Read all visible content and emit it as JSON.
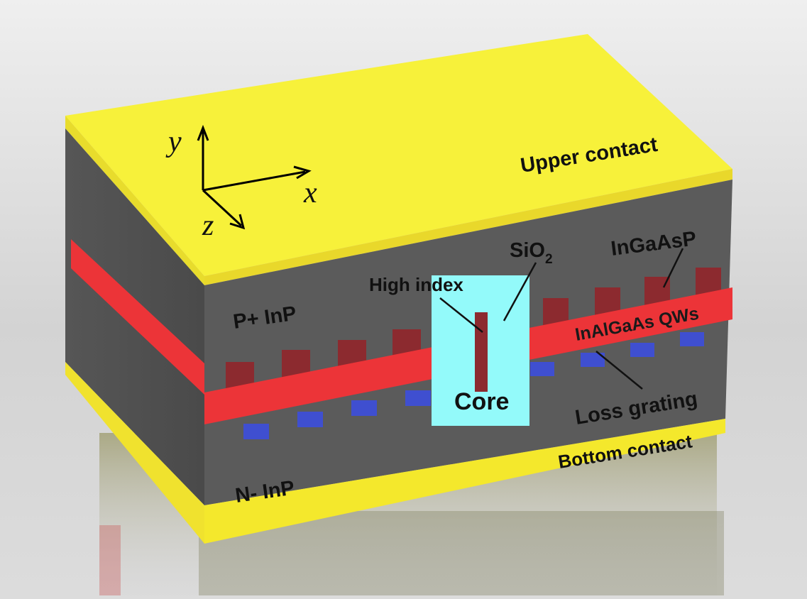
{
  "labels": {
    "upper_contact": "Upper contact",
    "bottom_contact": "Bottom contact",
    "p_inp": "P+ InP",
    "n_inp": "N- InP",
    "high_index": "High index",
    "sio2_base": "SiO",
    "sio2_sub": "2",
    "ingaasp": "InGaAsP",
    "qws": "InAlGaAs QWs",
    "core": "Core",
    "loss_grating": "Loss grating"
  },
  "axes": {
    "x": "x",
    "y": "y",
    "z": "z"
  },
  "colors": {
    "contact_top": "#f7f13a",
    "contact_edge": "#f4e82c",
    "inp_front": "#5b5b5b",
    "inp_side": "#4f4f4f",
    "qw_layer": "#ec3438",
    "ingaasp_teeth": "#8c2a2f",
    "loss_grating": "#3f4fd0",
    "core_box": "#93fafa",
    "high_index": "#8c2a2f",
    "background": "#dcdcdc"
  }
}
